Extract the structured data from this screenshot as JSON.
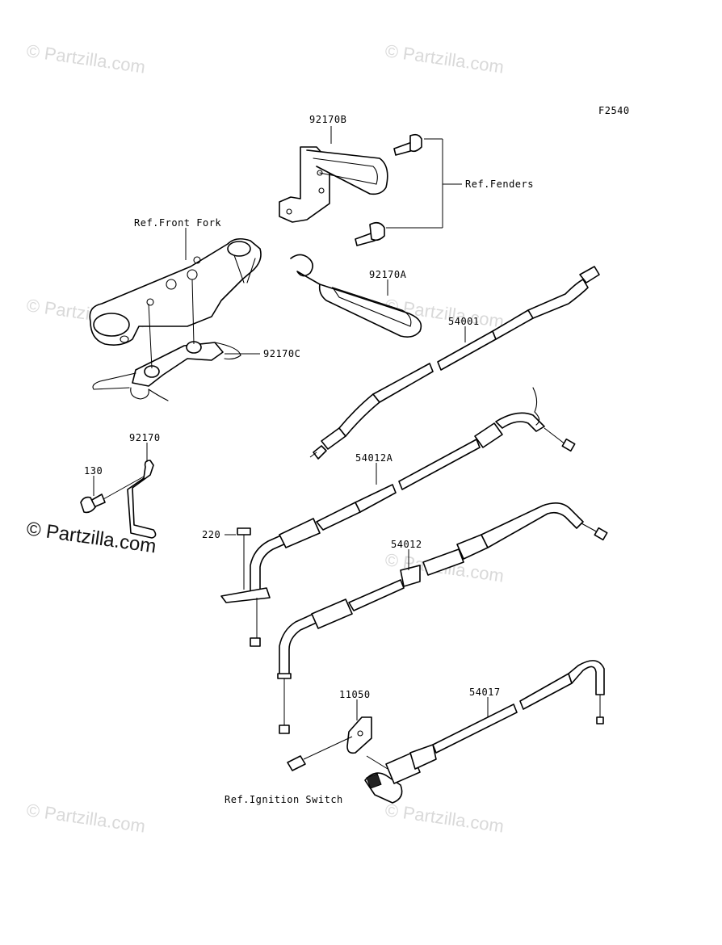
{
  "figure_code": "F2540",
  "labels": {
    "p92170B": "92170B",
    "ref_fenders": "Ref.Fenders",
    "ref_front_fork": "Ref.Front Fork",
    "p92170A": "92170A",
    "p54001": "54001",
    "p92170C": "92170C",
    "p92170": "92170",
    "p130": "130",
    "p54012A": "54012A",
    "p220": "220",
    "p54012": "54012",
    "p11050": "11050",
    "p54017": "54017",
    "ref_ignition_switch": "Ref.Ignition Switch"
  },
  "watermark": {
    "faint": "© Partzilla.com",
    "main": "© Partzilla.com"
  }
}
